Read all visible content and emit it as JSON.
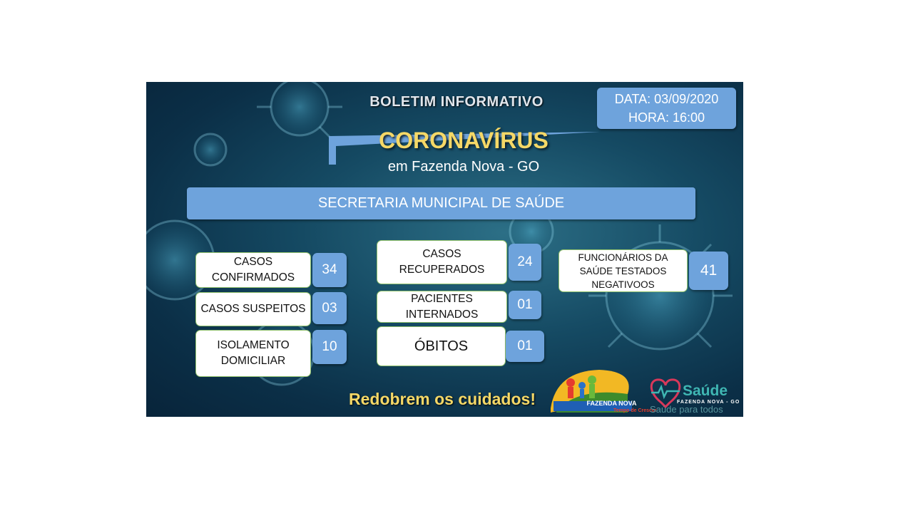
{
  "header": {
    "bulletin": "BOLETIM INFORMATIVO",
    "title": "CORONAVÍRUS",
    "location": "em Fazenda Nova - GO"
  },
  "date_box": {
    "date": "DATA: 03/09/2020",
    "time": "HORA: 16:00"
  },
  "banner": "SECRETARIA MUNICIPAL DE SAÚDE",
  "stats": [
    {
      "label": "CASOS CONFIRMADOS",
      "value": "34"
    },
    {
      "label": "CASOS SUSPEITOS",
      "value": "03"
    },
    {
      "label": "ISOLAMENTO DOMICILIAR",
      "value": "10"
    },
    {
      "label": "CASOS RECUPERADOS",
      "value": "24"
    },
    {
      "label": "PACIENTES INTERNADOS",
      "value": "01"
    },
    {
      "label": "ÓBITOS",
      "value": "01"
    },
    {
      "label": "FUNCIONÁRIOS DA SAÚDE TESTADOS NEGATIVOOS",
      "value": "41"
    }
  ],
  "footer": "Redobrem os cuidados!",
  "logos": {
    "prefeitura_name": "FAZENDA NOVA",
    "prefeitura_sub": "Tempo de Crescer",
    "saude_name": "Saúde",
    "saude_place": "FAZENDA NOVA - GO",
    "saude_slogan": "Saúde para todos"
  },
  "colors": {
    "accent_blue": "#6ea3dc",
    "title_yellow": "#f5d867",
    "label_border": "#8fc06a"
  }
}
